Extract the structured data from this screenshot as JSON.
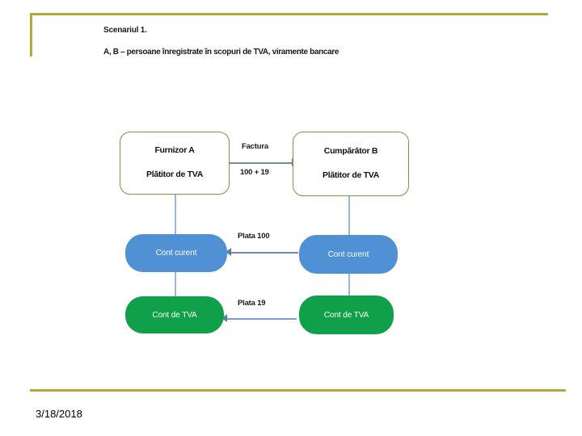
{
  "slide": {
    "heading": {
      "line1": "Scenariul 1.",
      "line2": "A, B – persoane înregistrate în scopuri de TVA, viramente bancare"
    },
    "footer": {
      "date": "3/18/2018"
    },
    "theme": {
      "rule_color": "#b6a83c",
      "outline_node_border": "#7a963f",
      "blue_fill": "#4f91d4",
      "green_fill": "#10a04a",
      "connector_color": "#9ab8d8",
      "arrow_color": "#5a7fa8",
      "text_color": "#111111",
      "background": "#ffffff"
    }
  },
  "diagram": {
    "type": "flow-diagram",
    "nodes": [
      {
        "id": "furnizor-a",
        "shape": "rounded-rect-outline",
        "line1": "Furnizor A",
        "line2": "Plătitor de TVA"
      },
      {
        "id": "cumparator-b",
        "shape": "rounded-rect-outline",
        "line1": "Cumpărător  B",
        "line2": "Plătitor de TVA"
      },
      {
        "id": "cont-curent-a",
        "shape": "pill-filled-blue",
        "label": "Cont curent"
      },
      {
        "id": "cont-curent-b",
        "shape": "pill-filled-blue",
        "label": "Cont curent"
      },
      {
        "id": "cont-tva-a",
        "shape": "pill-filled-green",
        "label": "Cont de TVA"
      },
      {
        "id": "cont-tva-b",
        "shape": "pill-filled-green",
        "label": "Cont de TVA"
      }
    ],
    "edges": [
      {
        "id": "factura",
        "from": "furnizor-a",
        "to": "cumparator-b",
        "direction": "right",
        "label_top": "Factura",
        "label_bottom": "100 + 19"
      },
      {
        "id": "plata-100",
        "from": "cont-curent-b",
        "to": "cont-curent-a",
        "direction": "left",
        "label": "Plata 100"
      },
      {
        "id": "plata-19",
        "from": "cont-tva-b",
        "to": "cont-tva-a",
        "direction": "left",
        "label": "Plata 19"
      }
    ]
  }
}
